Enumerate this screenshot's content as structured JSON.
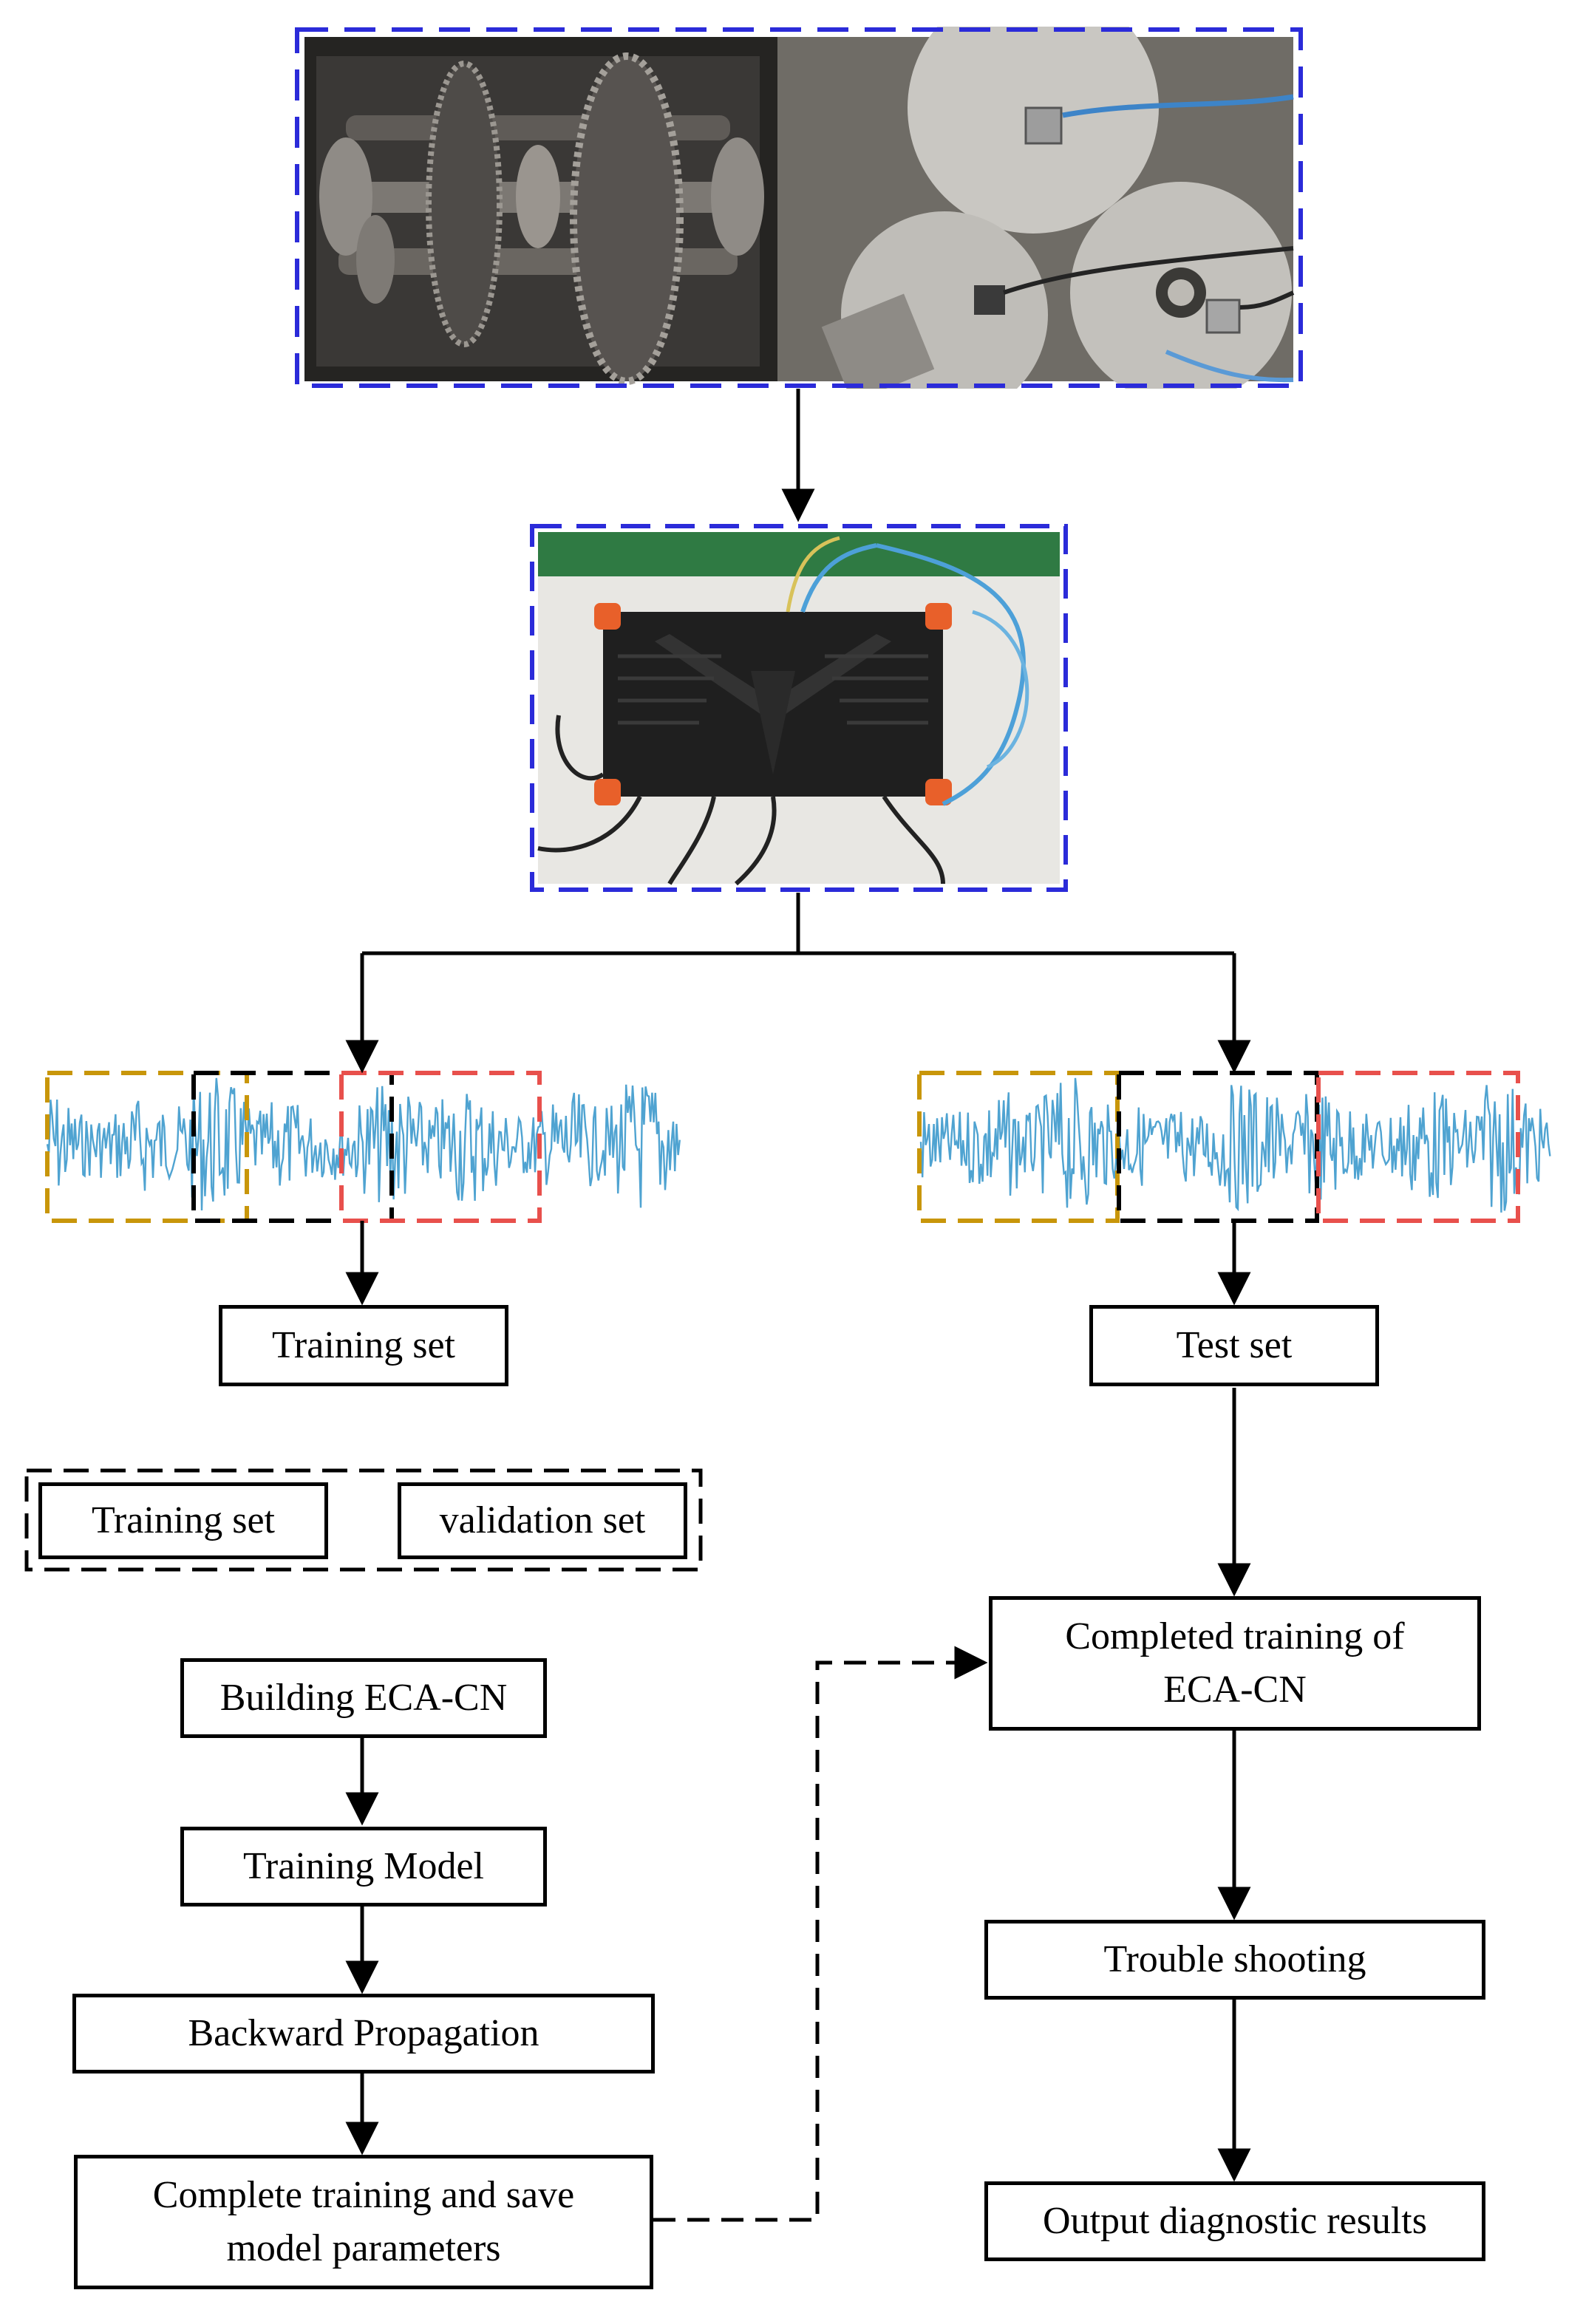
{
  "photos": {
    "gearbox_caption": "",
    "daq_caption": ""
  },
  "signals": {
    "left_label": "",
    "right_label": ""
  },
  "colors": {
    "frame_blue": "#2b2bd9",
    "window_gold": "#c8960a",
    "window_black": "#000000",
    "window_red": "#e8504c",
    "signal_blue": "#4fa3d1"
  },
  "boxes": {
    "training_set": "Training set",
    "test_set": "Test set",
    "split_training_set": "Training set",
    "split_validation_set": "validation set",
    "building_eca_cn": "Building ECA-CN",
    "training_model": "Training Model",
    "backward_propagation": "Backward Propagation",
    "complete_training": "Complete training and save model parameters",
    "completed_training_of": "Completed training of ECA-CN",
    "trouble_shooting": "Trouble shooting",
    "output_diagnostic": "Output diagnostic results"
  }
}
